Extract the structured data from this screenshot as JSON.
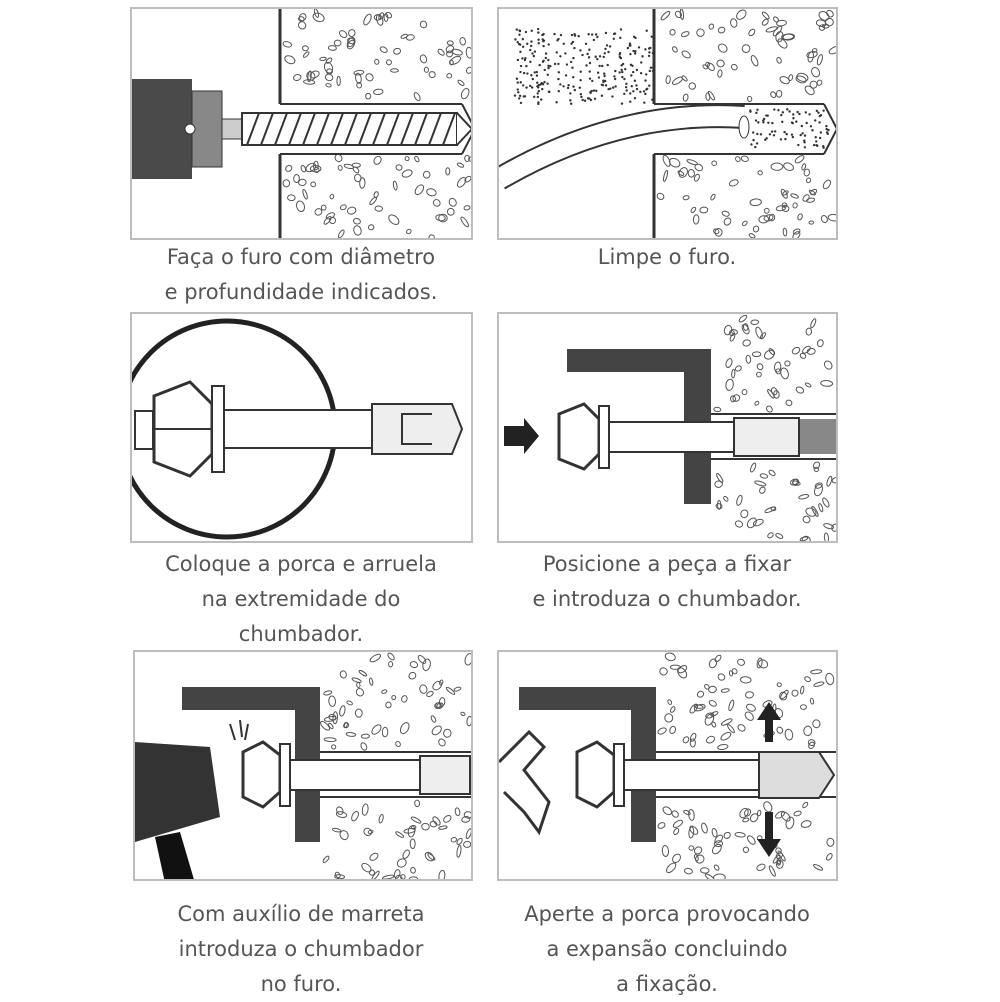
{
  "steps": [
    {
      "caption": [
        "Faça o furo com diâmetro",
        "e profundidade indicados."
      ]
    },
    {
      "caption": [
        "Limpe o furo."
      ]
    },
    {
      "caption": [
        "Coloque a porca e arruela",
        "na extremidade do",
        "chumbador."
      ]
    },
    {
      "caption": [
        "Posicione a peça a fixar",
        "e introduza o chumbador."
      ]
    },
    {
      "caption": [
        "Com auxílio de marreta",
        "introduza o chumbador",
        "no furo."
      ]
    },
    {
      "caption": [
        "Aperte a porca provocando",
        "a expansão  concluindo",
        "a fixação."
      ]
    }
  ]
}
